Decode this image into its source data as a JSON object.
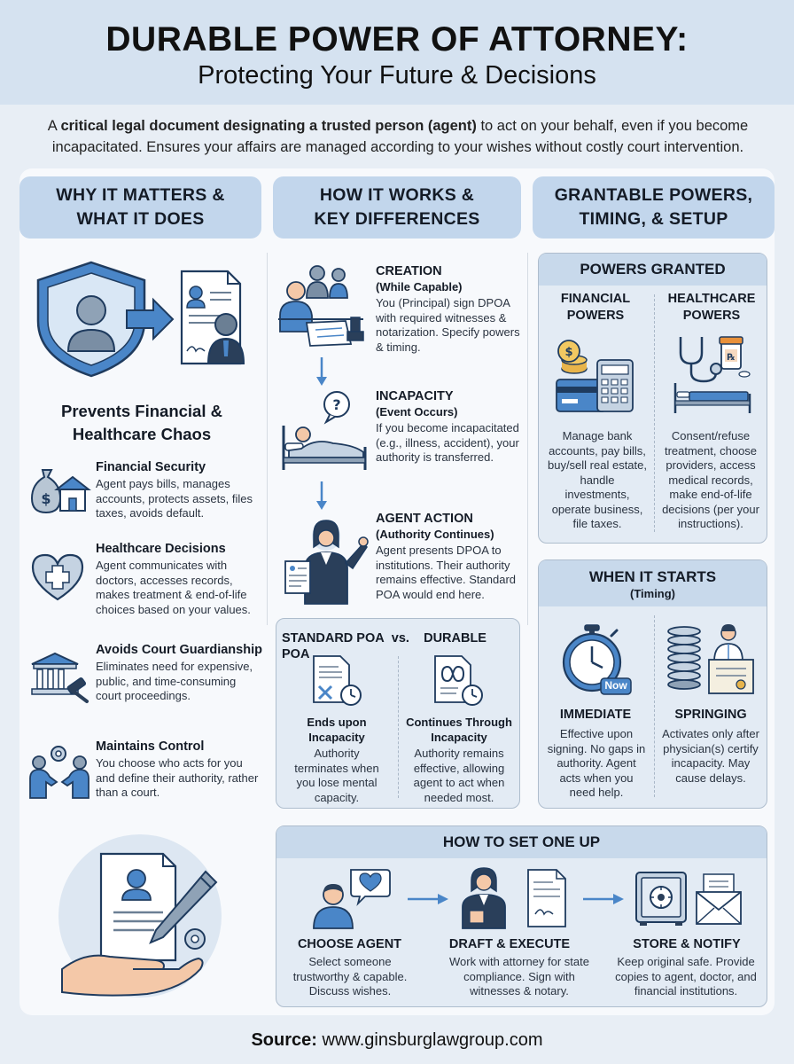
{
  "header": {
    "title": "DURABLE POWER OF ATTORNEY:",
    "subtitle": "Protecting Your Future & Decisions"
  },
  "intro": {
    "bold": "critical legal document designating a trusted person (agent)",
    "prefix": "A ",
    "rest": " to act on your behalf, even if you become incapacitated. Ensures your affairs are managed according to your wishes without costly court intervention."
  },
  "columns": {
    "c1": {
      "line1": "WHY IT MATTERS &",
      "line2": "WHAT IT DOES"
    },
    "c2": {
      "line1": "HOW IT WORKS &",
      "line2": "KEY DIFFERENCES"
    },
    "c3": {
      "line1": "GRANTABLE POWERS,",
      "line2": "TIMING, & SETUP"
    }
  },
  "why": {
    "heading1": "Prevents Financial &",
    "heading2": "Healthcare Chaos",
    "items": [
      {
        "title": "Financial Security",
        "text": "Agent pays bills, manages accounts, protects assets, files taxes, avoids default.",
        "icon": "money-house-icon"
      },
      {
        "title": "Healthcare Decisions",
        "text": "Agent communicates with doctors, accesses records, makes treatment & end-of-life choices based on your values.",
        "icon": "heart-cross-icon"
      },
      {
        "title": "Avoids Court Guardianship",
        "text": "Eliminates need for expensive, public, and time-consuming court proceedings.",
        "icon": "courthouse-gavel-icon"
      },
      {
        "title": "Maintains Control",
        "text": "You choose who acts for you and define their authority, rather than a court.",
        "icon": "handshake-gear-icon"
      }
    ]
  },
  "how": {
    "steps": [
      {
        "title": "CREATION",
        "sub": "(While Capable)",
        "text": "You (Principal) sign DPOA with required witnesses & notarization. Specify powers & timing."
      },
      {
        "title": "INCAPACITY",
        "sub": "(Event Occurs)",
        "text": "If you become incapacitated (e.g., illness, accident), your authority is transferred."
      },
      {
        "title": "AGENT ACTION",
        "sub": "(Authority Continues)",
        "text": "Agent presents DPOA to institutions. Their authority remains effective. Standard POA would end here."
      }
    ],
    "compare": {
      "left_label": "STANDARD POA",
      "vs": "vs.",
      "right_label": "DURABLE POA",
      "left_title": "Ends upon Incapacity",
      "left_text": "Authority terminates when you lose mental capacity.",
      "right_title": "Continues Through Incapacity",
      "right_text": "Authority remains effective, allowing agent to act when needed most."
    }
  },
  "powers": {
    "title": "POWERS GRANTED",
    "financial_title": "FINANCIAL POWERS",
    "financial_text": "Manage bank accounts, pay bills, buy/sell real estate, handle investments, operate business, file taxes.",
    "healthcare_title": "HEALTHCARE POWERS",
    "healthcare_text": "Consent/refuse treatment, choose providers, access medical records, make end-of-life decisions (per your instructions)."
  },
  "timing": {
    "title": "WHEN IT STARTS",
    "sub": "(Timing)",
    "now_badge": "Now",
    "immediate_title": "IMMEDIATE",
    "immediate_text": "Effective upon signing. No gaps in authority. Agent acts when you need help.",
    "springing_title": "SPRINGING",
    "springing_text": "Activates only after physician(s) certify incapacity. May cause delays."
  },
  "setup": {
    "title": "HOW TO SET ONE UP",
    "steps": [
      {
        "title": "CHOOSE AGENT",
        "text": "Select someone trustworthy & capable. Discuss wishes."
      },
      {
        "title": "DRAFT & EXECUTE",
        "text": "Work with attorney for state compliance. Sign with witnesses & notary."
      },
      {
        "title": "STORE & NOTIFY",
        "text": "Keep original safe. Provide copies to agent, doctor, and financial institutions."
      }
    ]
  },
  "source": {
    "label": "Source:",
    "url": "www.ginsburglawgroup.com"
  },
  "colors": {
    "accent": "#3b82c4",
    "header_bg": "#d5e2f0",
    "column_header": "#c2d6ec",
    "box_bg": "#e3ebf4"
  }
}
